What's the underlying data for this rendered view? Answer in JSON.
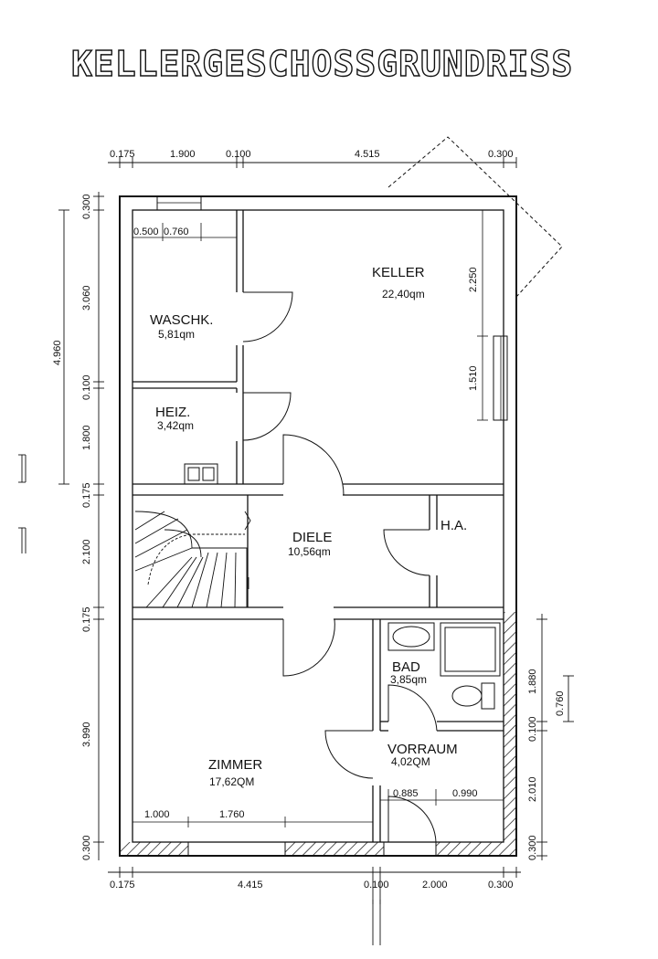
{
  "title": "KELLERGESCHOSSGRUNDRISS",
  "rooms": {
    "waschk": {
      "name": "WASCHK.",
      "area": "5,81qm"
    },
    "heiz": {
      "name": "HEIZ.",
      "area": "3,42qm"
    },
    "keller": {
      "name": "KELLER",
      "area": "22,40qm"
    },
    "diele": {
      "name": "DIELE",
      "area": "10,56qm"
    },
    "ha": {
      "name": "H.A."
    },
    "bad": {
      "name": "BAD",
      "area": "3,85qm"
    },
    "vorraum": {
      "name": "VORRAUM",
      "area": "4,02QM"
    },
    "zimmer": {
      "name": "ZIMMER",
      "area": "17,62QM"
    }
  },
  "dims": {
    "top": [
      "0.175",
      "1.900",
      "0.100",
      "4.515",
      "0.300"
    ],
    "bottom": [
      "0.175",
      "4.415",
      "0.100",
      "2.000",
      "0.300"
    ],
    "left": [
      "0.300",
      "3.060",
      "0.100",
      "1.800",
      "0.175",
      "2.100",
      "0.175",
      "3.990",
      "0.300"
    ],
    "left_total": "4.960",
    "right": [
      "1.880",
      "0.100",
      "2.010",
      "0.300"
    ],
    "right_inner": "0.760",
    "inner": {
      "waschk_a": "0.500",
      "waschk_b": "0.760",
      "keller_a": "2.250",
      "keller_b": "1.510",
      "zimmer_a": "1.000",
      "zimmer_b": "1.760",
      "vorraum_a": "0.885",
      "vorraum_b": "0.990"
    }
  }
}
